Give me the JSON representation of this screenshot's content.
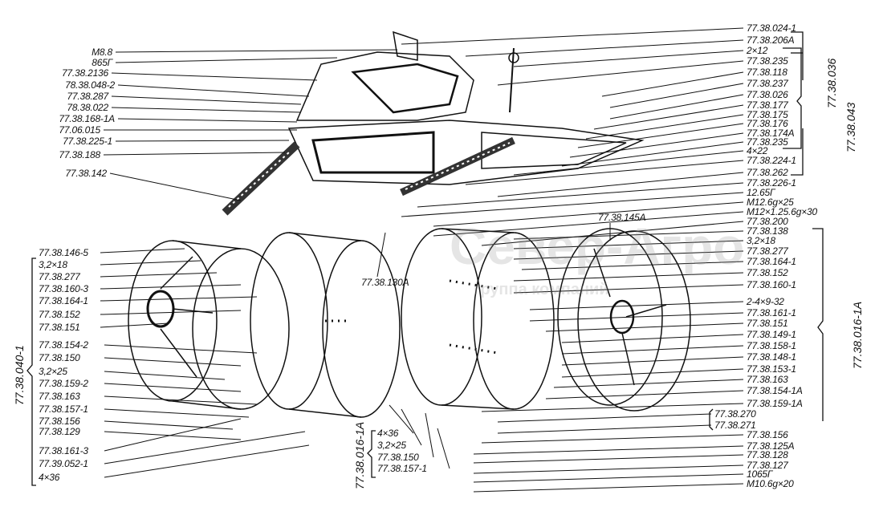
{
  "diagram": {
    "left_top_labels": [
      "M8.8",
      "865Г",
      "77.38.2136",
      "78.38.048-2",
      "77.38.287",
      "78.38.022",
      "77.38.168-1А",
      "77.06.015",
      "77.38.225-1",
      "77.38.188",
      "77.38.142"
    ],
    "left_group_labels": [
      "77.38.146-5",
      "3,2×18",
      "77.38.277",
      "77.38.160-3",
      "77.38.164-1",
      "77.38.152",
      "77.38.151",
      "77.38.154-2",
      "77.38.150",
      "3,2×25",
      "77.38.159-2",
      "77.38.163",
      "77.38.157-1",
      "77.38.156",
      "77.38.129",
      "77.38.161-3",
      "77.39.052-1",
      "4×36"
    ],
    "left_group_assembly": "77.38.040-1",
    "right_labels": [
      "77.38.024-1",
      "77.38.206А",
      "2×12",
      "77.38.235",
      "77.38.118",
      "77.38.237",
      "77.38.026",
      "77.38.177",
      "77.38.175",
      "77.38.176",
      "77.38.174А",
      "77.38.235",
      "4×22",
      "77.38.224-1",
      "77.38.262",
      "77.38.226-1",
      "12.65Г",
      "М12.6g×25",
      "М12×1.25.6g×30",
      "77.38.200",
      "77.38.138",
      "3,2×18",
      "77.38.277",
      "77.38.164-1",
      "77.38.152",
      "77.38.160-1",
      "2-4×9-32",
      "77.38.161-1",
      "77.38.151",
      "77.38.149-1",
      "77.38.158-1",
      "77.38.148-1",
      "77.38.153-1",
      "77.38.163",
      "77.38.154-1А",
      "77.38.159-1А",
      "77.38.270",
      "77.38.271",
      "77.38.156",
      "77.38.125А",
      "77.38.128",
      "77.38.127",
      "1065Г",
      "М10.6g×20"
    ],
    "right_assemblies": [
      "77.38.036",
      "77.38.043",
      "77.38.016-1А"
    ],
    "center_labels": [
      "77.38.145А",
      "77.38.130А"
    ],
    "bottom_group_labels": [
      "4×36",
      "3,2×25",
      "77.38.150",
      "77.38.157-1"
    ],
    "bottom_group_assembly": "77.38.016-1А",
    "watermark": [
      "Север-Агро",
      "группа компаний"
    ]
  }
}
